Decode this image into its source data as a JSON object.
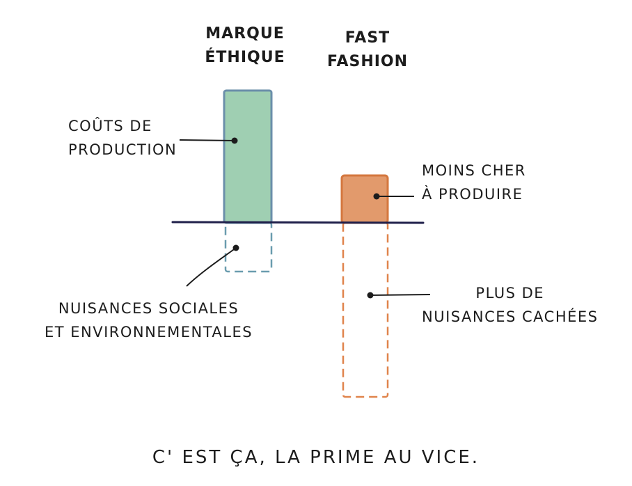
{
  "columns": {
    "ethical": "Marque\néthique",
    "fast": "Fast\nFashion"
  },
  "labels": {
    "production_costs": "Coûts de\nproduction",
    "cheaper": "Moins cher\nà produire",
    "social_harm": "Nuisances sociales\net environnementales",
    "hidden_harm": "Plus de\nnuisances cachées"
  },
  "caption": "C' est ça, la prime au vice.",
  "colors": {
    "ethical_fill": "#9fcfb2",
    "ethical_stroke": "#6b8faa",
    "fast_fill": "#e29a6c",
    "fast_stroke": "#d4773e",
    "baseline": "#1f1f4a",
    "ink": "#1c1c1c"
  }
}
